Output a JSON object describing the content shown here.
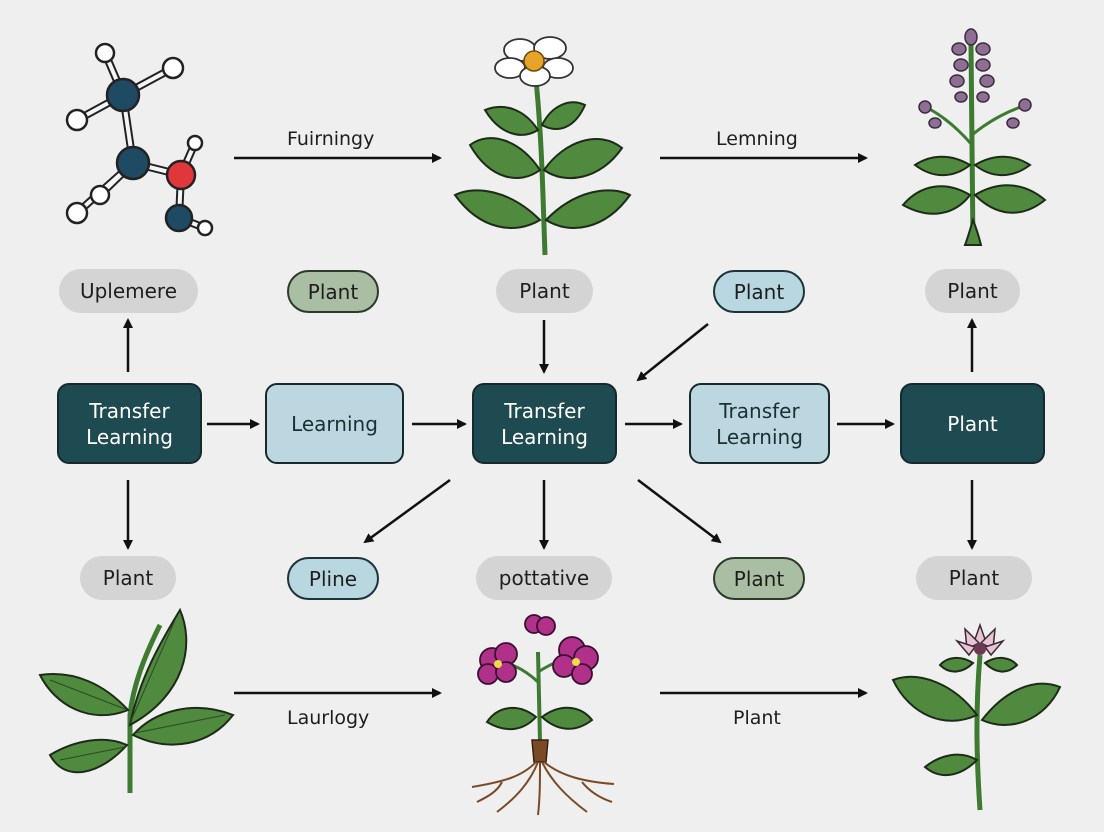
{
  "flow_labels": {
    "top_left": "Fuirningy",
    "top_right": "Lemning",
    "bottom_left": "Laurlogy",
    "bottom_right": "Plant"
  },
  "pills_top": [
    "Uplemere",
    "Plant",
    "Plant",
    "Plant",
    "Plant"
  ],
  "boxes": [
    {
      "label_1": "Transfer",
      "label_2": "Learning"
    },
    {
      "label_1": "Learning",
      "label_2": ""
    },
    {
      "label_1": "Transfer",
      "label_2": "Learning"
    },
    {
      "label_1": "Transfer",
      "label_2": "Learning"
    },
    {
      "label_1": "Plant",
      "label_2": ""
    }
  ],
  "pills_bottom": [
    "Plant",
    "Pline",
    "pottative",
    "Plant",
    "Plant"
  ],
  "colors": {
    "background": "#efefef",
    "dark_box": "#1e4a51",
    "light_box": "#bcd7df",
    "pill_gray": "#d4d4d4",
    "pill_green": "#a9bea2",
    "pill_blue": "#b9d7e1",
    "leaf_green": "#4f8a3e",
    "atom_navy": "#1f4a63",
    "atom_red": "#e0383a",
    "flower_purple": "#b0308a",
    "root_brown": "#7a4a26"
  },
  "icons": [
    "molecule-icon",
    "white-flower-plant-icon",
    "lavender-plant-icon",
    "leaf-plant-icon",
    "purple-flower-roots-icon",
    "pink-flower-plant-icon"
  ]
}
